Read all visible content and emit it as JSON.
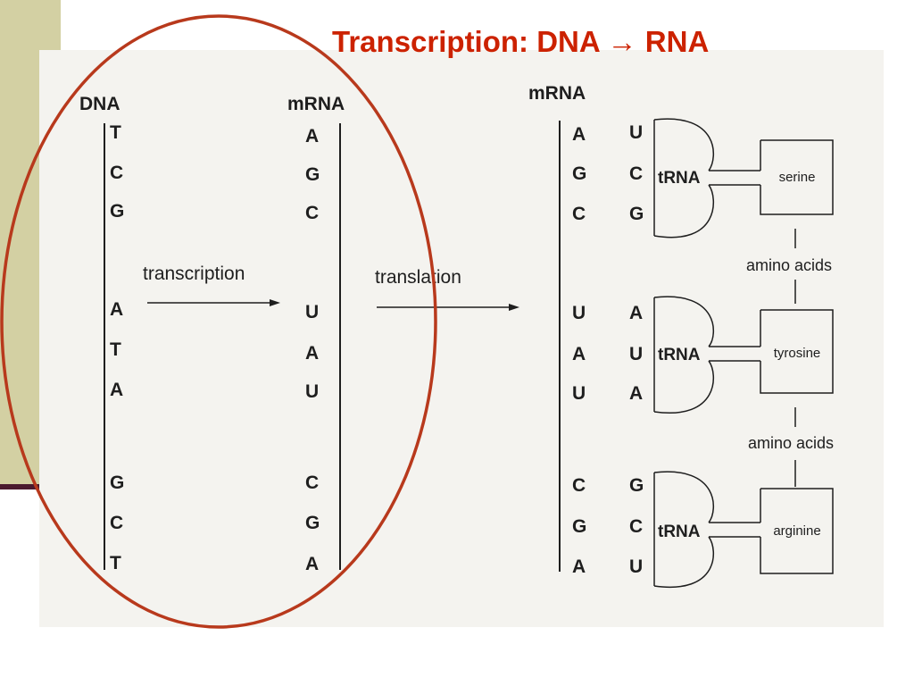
{
  "slide": {
    "title": "Transcription: DNA → RNA"
  },
  "left": {
    "dna_label": "DNA",
    "mrna_label": "mRNA",
    "dna_bases": [
      "T",
      "C",
      "G",
      "A",
      "T",
      "A",
      "G",
      "C",
      "T"
    ],
    "mrna_bases": [
      "A",
      "G",
      "C",
      "U",
      "A",
      "U",
      "C",
      "G",
      "A"
    ],
    "transcription_label": "transcription"
  },
  "middle": {
    "translation_label": "translation"
  },
  "right": {
    "mrna_label": "mRNA",
    "codon_bases": [
      "A",
      "G",
      "C",
      "U",
      "A",
      "U",
      "C",
      "G",
      "A"
    ],
    "anticodon_bases": [
      "U",
      "C",
      "G",
      "A",
      "U",
      "A",
      "G",
      "C",
      "U"
    ],
    "trna_label": "tRNA",
    "amino_acids": [
      "serine",
      "tyrosine",
      "arginine"
    ],
    "link_label": "amino acids"
  },
  "colors": {
    "title": "#cc2200",
    "ellipse": "#b8391c",
    "ink": "#1e1e1e",
    "side_panel": "#d3d0a3",
    "side_rule": "#4a1a2e"
  }
}
